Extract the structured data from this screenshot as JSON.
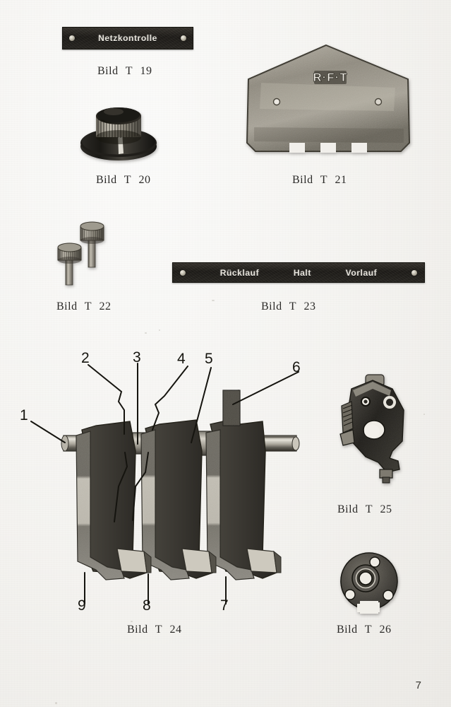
{
  "page": {
    "number": "7",
    "background_color": "#f2f1ee",
    "ink_color": "#1d1b18"
  },
  "figures": [
    {
      "id": "T19",
      "caption": "Bild T 19",
      "type": "engraved-nameplate",
      "plate_labels": [
        "Netzkontrolle"
      ],
      "rivets": 2
    },
    {
      "id": "T20",
      "caption": "Bild T 20",
      "type": "knurled-control-knob"
    },
    {
      "id": "T21",
      "caption": "Bild T 21",
      "type": "cover-plate",
      "embossed_text": "R F T",
      "notches": 3,
      "screw_holes": 2
    },
    {
      "id": "T22",
      "caption": "Bild T 22",
      "type": "knurled-thumb-screws",
      "count": 2
    },
    {
      "id": "T23",
      "caption": "Bild T 23",
      "type": "engraved-nameplate",
      "plate_labels": [
        "Rücklauf",
        "Halt",
        "Vorlauf"
      ],
      "rivets": 2
    },
    {
      "id": "T24",
      "caption": "Bild T 24",
      "type": "brake-arm-shaft-assembly",
      "callouts": [
        "1",
        "2",
        "3",
        "4",
        "5",
        "6",
        "7",
        "8",
        "9"
      ]
    },
    {
      "id": "T25",
      "caption": "Bild T 25",
      "type": "cast-lever-bracket"
    },
    {
      "id": "T26",
      "caption": "Bild T 26",
      "type": "flanged-disc",
      "holes": 3
    }
  ],
  "captions": {
    "t19": "Bild T 19",
    "t20": "Bild T 20",
    "t21": "Bild T 21",
    "t22": "Bild T 22",
    "t23": "Bild T 23",
    "t24": "Bild T 24",
    "t25": "Bild T 25",
    "t26": "Bild T 26"
  },
  "plates": {
    "netzkontrolle": "Netzkontrolle",
    "ruecklauf": "Rücklauf",
    "halt": "Halt",
    "vorlauf": "Vorlauf"
  },
  "badges": {
    "rft": "R F T"
  },
  "callouts": {
    "n1": "1",
    "n2": "2",
    "n3": "3",
    "n4": "4",
    "n5": "5",
    "n6": "6",
    "n7": "7",
    "n8": "8",
    "n9": "9"
  }
}
